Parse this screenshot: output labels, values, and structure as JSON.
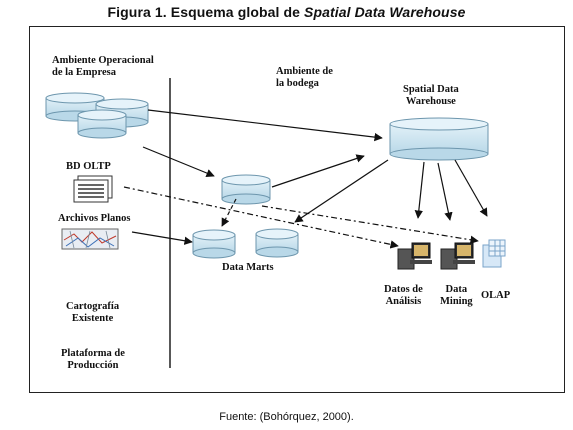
{
  "figure": {
    "caption_prefix": "Figura 1. Esquema global de",
    "caption_italic": "Spatial Data Warehouse",
    "source": "Fuente: (Bohórquez, 2000)."
  },
  "labels": {
    "operational_env_1": "Ambiente Operacional",
    "operational_env_2": "de la Empresa",
    "warehouse_env_1": "Ambiente de",
    "warehouse_env_2": "la bodega",
    "sdw_1": "Spatial Data",
    "sdw_2": "Warehouse",
    "bd_oltp": "BD OLTP",
    "archivos_planos": "Archivos Planos",
    "data_marts": "Data Marts",
    "cartografia_1": "Cartografía",
    "cartografia_2": "Existente",
    "plataforma_1": "Plataforma de",
    "plataforma_2": "Producción",
    "datos_analisis_1": "Datos de",
    "datos_analisis_2": "Análisis",
    "data_mining_1": "Data",
    "data_mining_2": "Mining",
    "olap": "OLAP"
  },
  "colors": {
    "cylinder_fill": "#cfe6f1",
    "cylinder_edge": "#6d96ad",
    "line": "#111111"
  }
}
